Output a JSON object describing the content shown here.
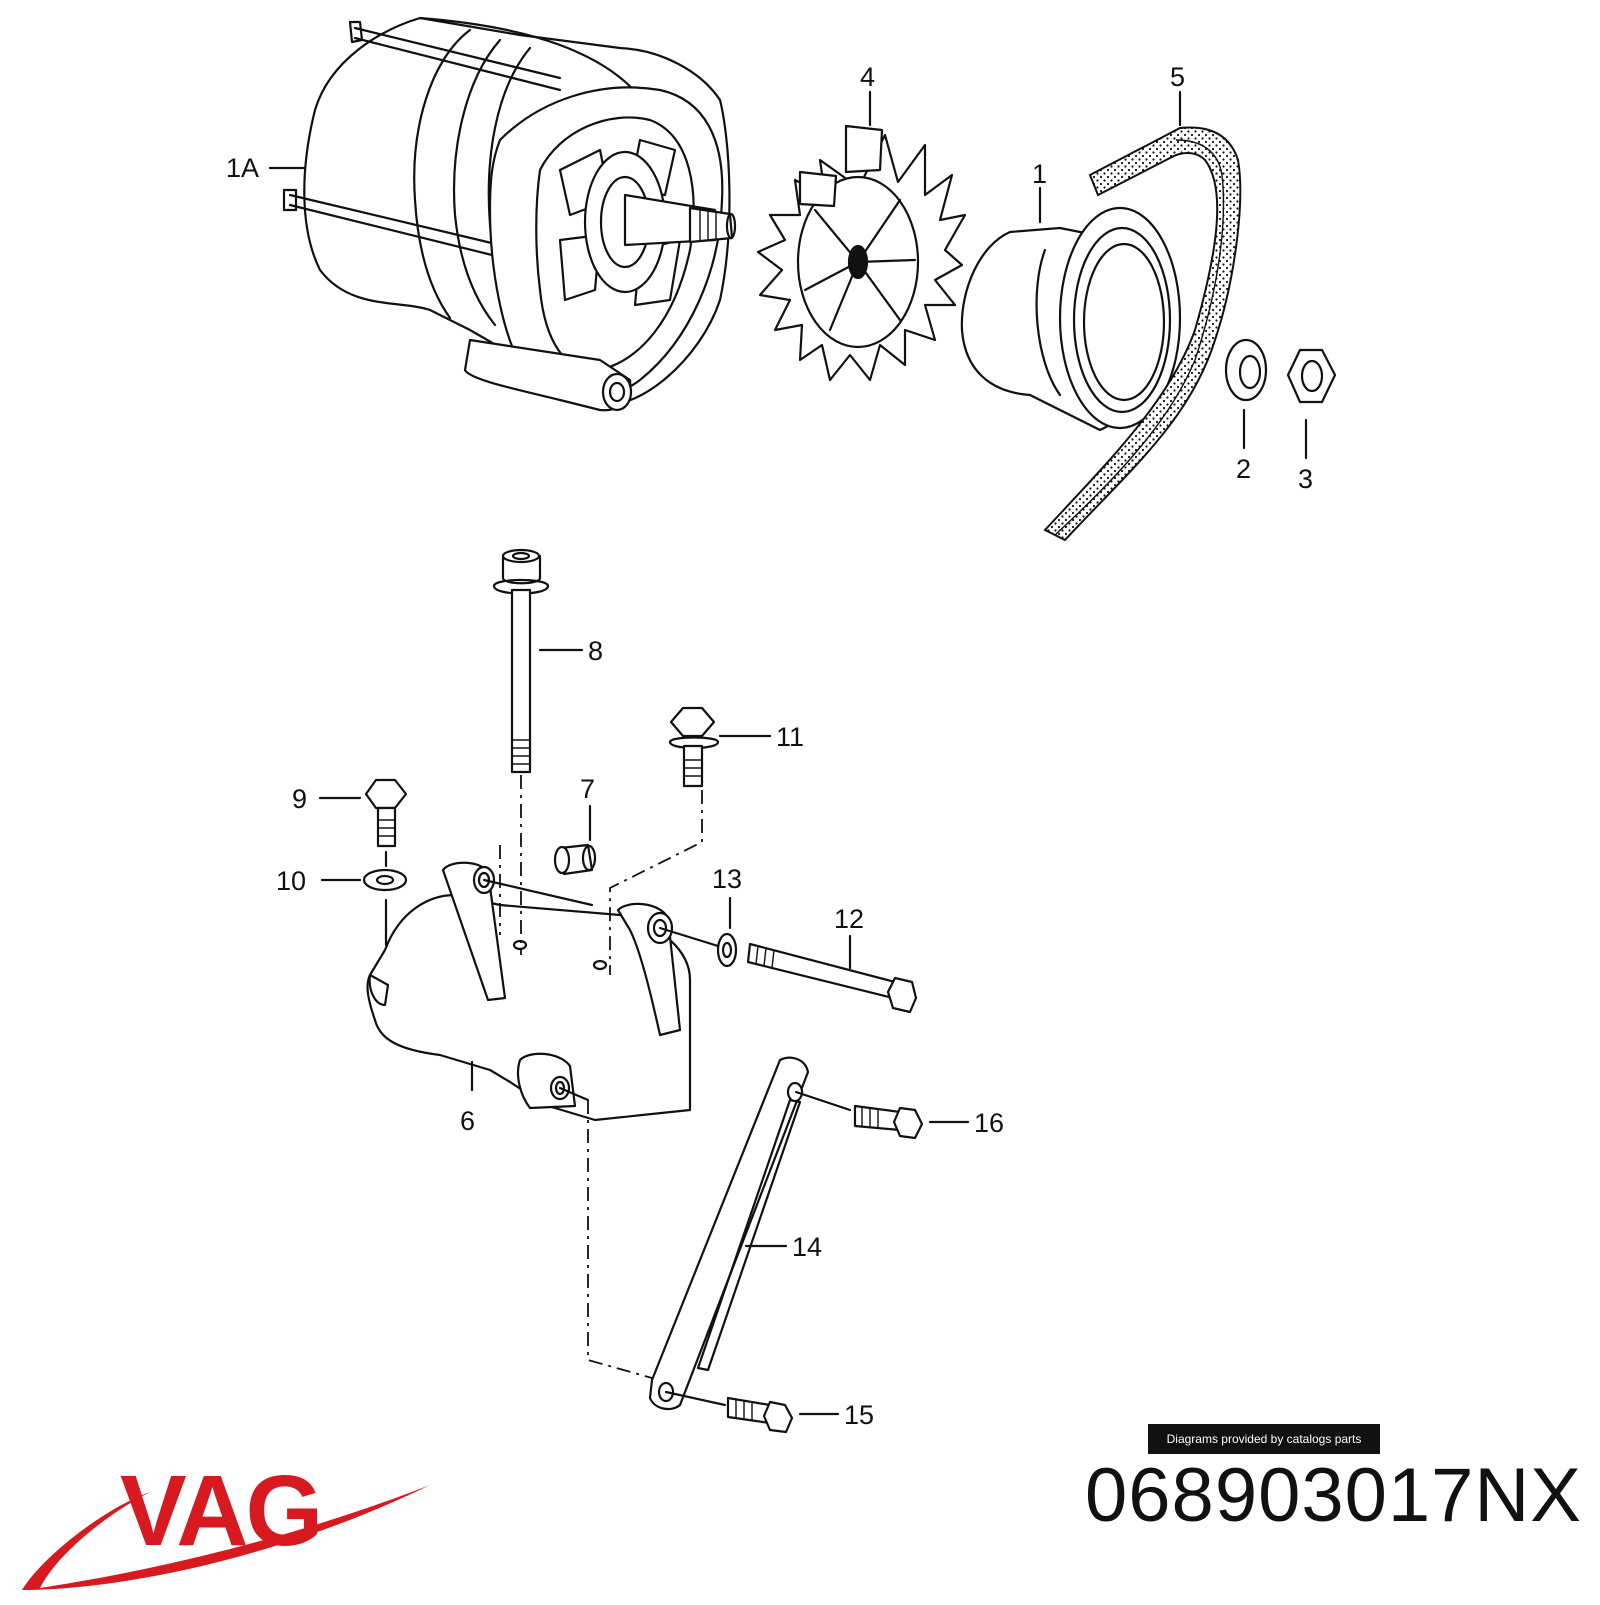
{
  "diagram": {
    "callouts": {
      "c1": "1",
      "c1a": "1A",
      "c2": "2",
      "c3": "3",
      "c4": "4",
      "c5": "5",
      "c6": "6",
      "c7": "7",
      "c8": "8",
      "c9": "9",
      "c10": "10",
      "c11": "11",
      "c12": "12",
      "c13": "13",
      "c14": "14",
      "c15": "15",
      "c16": "16"
    }
  },
  "footer": {
    "credit": "Diagrams provided by catalogs parts",
    "brand": "VAG",
    "part_number": "068903017NX"
  },
  "colors": {
    "brand_red": "#d71920",
    "ink": "#111111",
    "banner_bg": "#111111"
  }
}
